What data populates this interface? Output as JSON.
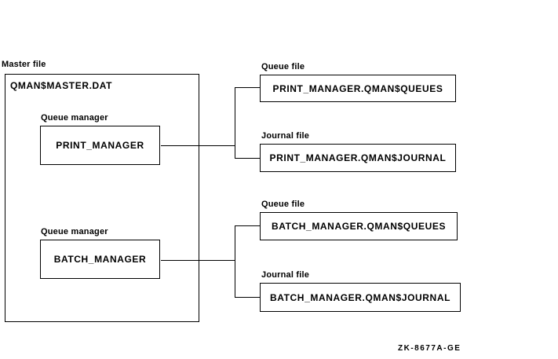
{
  "master_file": {
    "label": "Master file",
    "name": "QMAN$MASTER.DAT",
    "queue_managers": [
      {
        "label": "Queue manager",
        "name": "PRINT_MANAGER"
      },
      {
        "label": "Queue manager",
        "name": "BATCH_MANAGER"
      }
    ]
  },
  "files": {
    "print": [
      {
        "label": "Queue file",
        "name": "PRINT_MANAGER.QMAN$QUEUES"
      },
      {
        "label": "Journal file",
        "name": "PRINT_MANAGER.QMAN$JOURNAL"
      }
    ],
    "batch": [
      {
        "label": "Queue file",
        "name": "BATCH_MANAGER.QMAN$QUEUES"
      },
      {
        "label": "Journal file",
        "name": "BATCH_MANAGER.QMAN$JOURNAL"
      }
    ]
  },
  "figure_code": "ZK-8677A-GE",
  "colors": {
    "background": "#ffffff",
    "line": "#000000",
    "text": "#000000"
  }
}
